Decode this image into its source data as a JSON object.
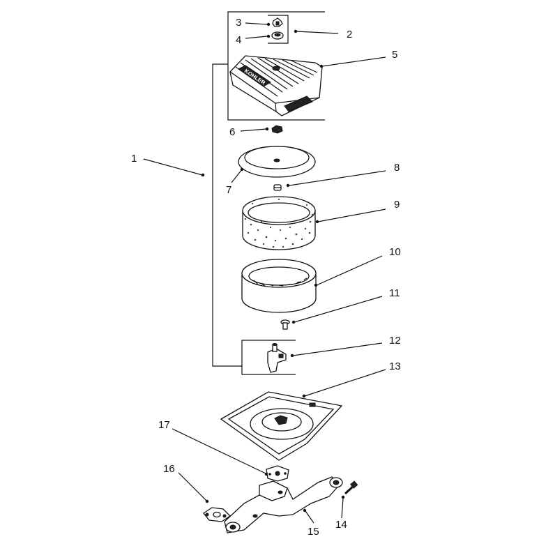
{
  "callouts": [
    {
      "id": "1",
      "label": "1"
    },
    {
      "id": "2",
      "label": "2"
    },
    {
      "id": "3",
      "label": "3"
    },
    {
      "id": "4",
      "label": "4"
    },
    {
      "id": "5",
      "label": "5"
    },
    {
      "id": "6",
      "label": "6"
    },
    {
      "id": "7",
      "label": "7"
    },
    {
      "id": "8",
      "label": "8"
    },
    {
      "id": "9",
      "label": "9"
    },
    {
      "id": "10",
      "label": "10"
    },
    {
      "id": "11",
      "label": "11"
    },
    {
      "id": "12",
      "label": "12"
    },
    {
      "id": "13",
      "label": "13"
    },
    {
      "id": "14",
      "label": "14"
    },
    {
      "id": "15",
      "label": "15"
    },
    {
      "id": "16",
      "label": "16"
    },
    {
      "id": "17",
      "label": "17"
    }
  ],
  "logo_text": "KOHLER"
}
